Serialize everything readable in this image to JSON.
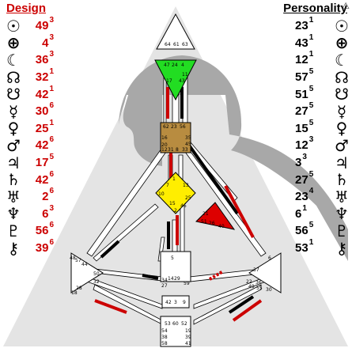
{
  "design": {
    "title": "Design",
    "rows": [
      {
        "icon": "sun-icon",
        "glyph": "☉",
        "gate": "49",
        "line": "3"
      },
      {
        "icon": "earth-icon",
        "glyph": "⊕",
        "gate": "4",
        "line": "3"
      },
      {
        "icon": "moon-icon",
        "glyph": "☾",
        "gate": "36",
        "line": "3"
      },
      {
        "icon": "north-node-icon",
        "glyph": "☊",
        "gate": "32",
        "line": "1"
      },
      {
        "icon": "south-node-icon",
        "glyph": "☋",
        "gate": "42",
        "line": "1"
      },
      {
        "icon": "mercury-icon",
        "glyph": "☿",
        "gate": "30",
        "line": "6"
      },
      {
        "icon": "venus-icon",
        "glyph": "♀",
        "gate": "25",
        "line": "1"
      },
      {
        "icon": "mars-icon",
        "glyph": "♂",
        "gate": "42",
        "line": "6"
      },
      {
        "icon": "jupiter-icon",
        "glyph": "♃",
        "gate": "17",
        "line": "5"
      },
      {
        "icon": "saturn-icon",
        "glyph": "♄",
        "gate": "42",
        "line": "6"
      },
      {
        "icon": "uranus-icon",
        "glyph": "♅",
        "gate": "2",
        "line": "6"
      },
      {
        "icon": "neptune-icon",
        "glyph": "♆",
        "gate": "6",
        "line": "3"
      },
      {
        "icon": "pluto-icon",
        "glyph": "♇",
        "gate": "56",
        "line": "6"
      },
      {
        "icon": "chiron-icon",
        "glyph": "⚷",
        "gate": "39",
        "line": "6"
      }
    ]
  },
  "personality": {
    "title": "Personality",
    "rows": [
      {
        "icon": "sun-icon",
        "glyph": "☉",
        "gate": "23",
        "line": "1"
      },
      {
        "icon": "earth-icon",
        "glyph": "⊕",
        "gate": "43",
        "line": "1"
      },
      {
        "icon": "moon-icon",
        "glyph": "☾",
        "gate": "12",
        "line": "1"
      },
      {
        "icon": "north-node-icon",
        "glyph": "☊",
        "gate": "57",
        "line": "5"
      },
      {
        "icon": "south-node-icon",
        "glyph": "☋",
        "gate": "51",
        "line": "5"
      },
      {
        "icon": "mercury-icon",
        "glyph": "☿",
        "gate": "27",
        "line": "5"
      },
      {
        "icon": "venus-icon",
        "glyph": "♀",
        "gate": "15",
        "line": "5"
      },
      {
        "icon": "mars-icon",
        "glyph": "♂",
        "gate": "12",
        "line": "3"
      },
      {
        "icon": "jupiter-icon",
        "glyph": "♃",
        "gate": "3",
        "line": "3"
      },
      {
        "icon": "saturn-icon",
        "glyph": "♄",
        "gate": "27",
        "line": "5"
      },
      {
        "icon": "uranus-icon",
        "glyph": "♅",
        "gate": "23",
        "line": "4"
      },
      {
        "icon": "neptune-icon",
        "glyph": "♆",
        "gate": "6",
        "line": "1"
      },
      {
        "icon": "pluto-icon",
        "glyph": "♇",
        "gate": "56",
        "line": "5"
      },
      {
        "icon": "chiron-icon",
        "glyph": "⚷",
        "gate": "53",
        "line": "1"
      }
    ]
  },
  "logo_glyph": "⚠",
  "colors": {
    "design": "#cc0000",
    "personality": "#000000",
    "head": "#ffffff",
    "ajna": "#22cc22",
    "throat": "#b08840",
    "g_center": "#ffee00",
    "ego": "#dd0000",
    "background_triangle": "#e4e4e4",
    "silhouette": "#a8a8a8"
  },
  "gates": {
    "head": [
      "64",
      "61",
      "63"
    ],
    "ajna": [
      "47",
      "24",
      "4",
      "17",
      "43",
      "11"
    ],
    "throat": [
      "62",
      "23",
      "56",
      "16",
      "35",
      "20",
      "12",
      "31",
      "8",
      "33",
      "45"
    ],
    "g": [
      "1",
      "7",
      "13",
      "10",
      "25",
      "15",
      "46",
      "2"
    ],
    "ego": [
      "21",
      "51",
      "26",
      "40"
    ],
    "spleen": [
      "48",
      "57",
      "44",
      "50",
      "32",
      "28",
      "18"
    ],
    "sacral": [
      "34",
      "5",
      "14",
      "29",
      "27",
      "59",
      "42",
      "3",
      "9"
    ],
    "solar": [
      "6",
      "37",
      "22",
      "36",
      "49",
      "55",
      "30"
    ],
    "root": [
      "53",
      "60",
      "52",
      "54",
      "38",
      "58",
      "19",
      "39",
      "41"
    ]
  }
}
